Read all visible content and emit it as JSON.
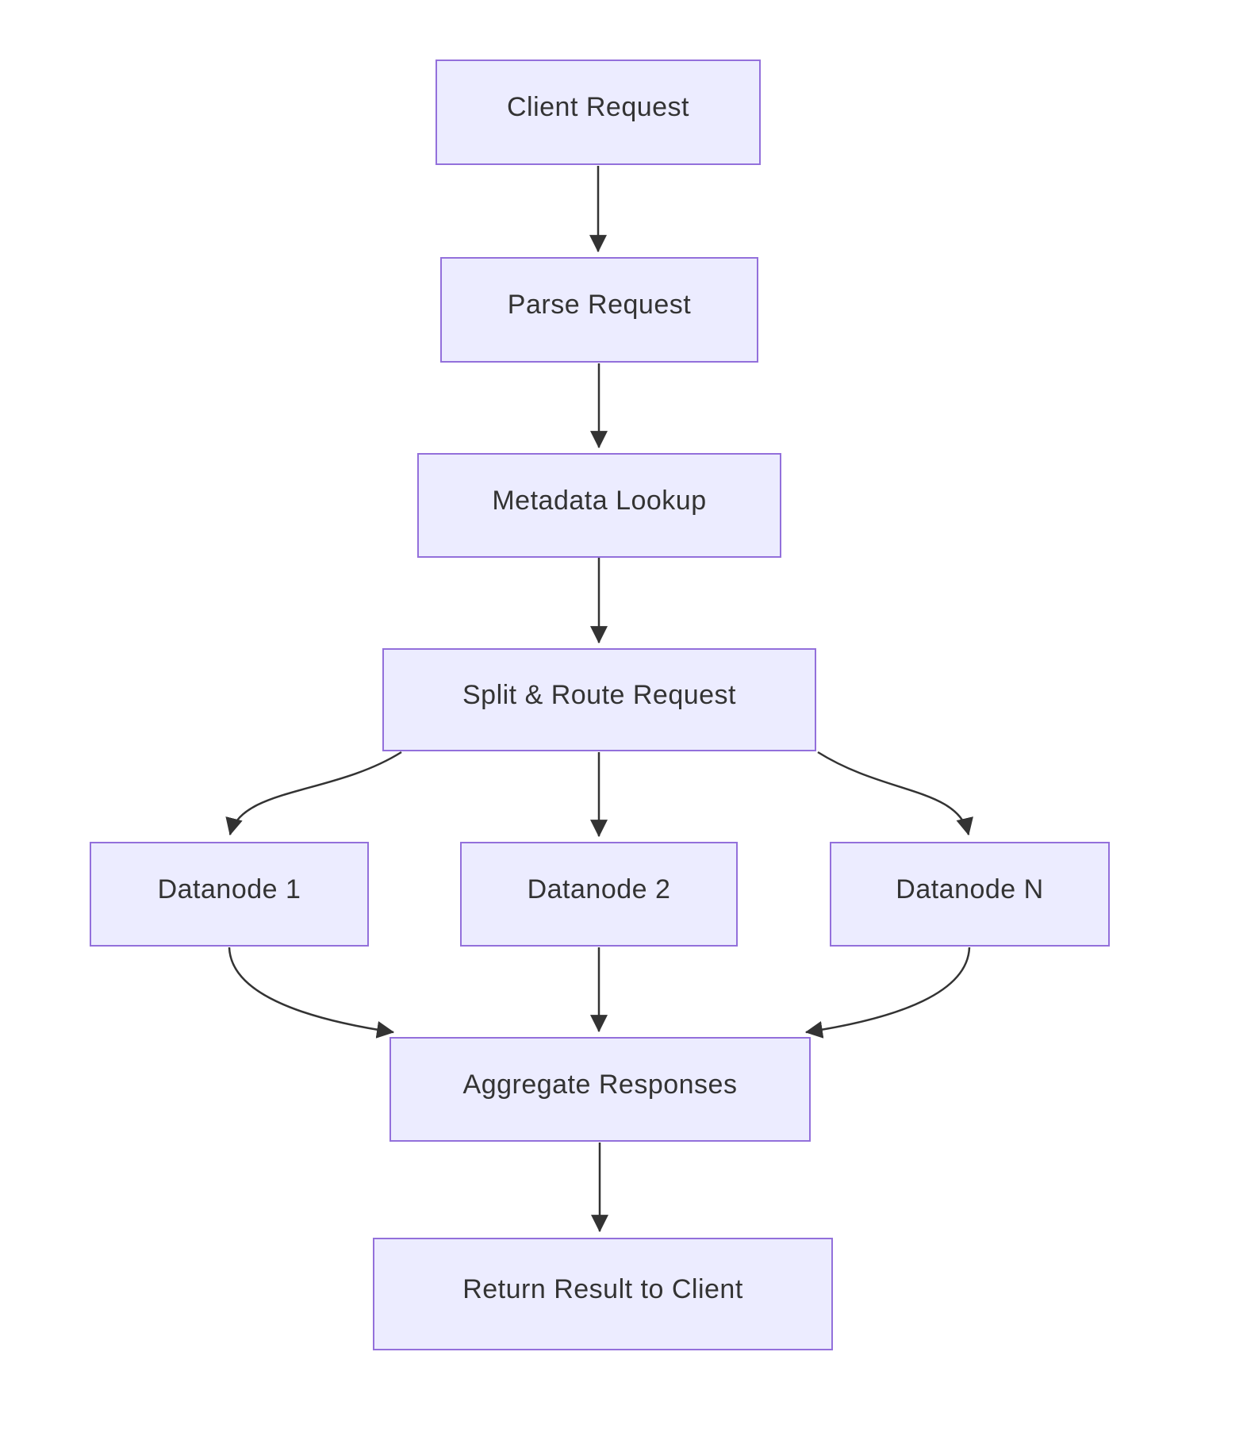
{
  "diagram": {
    "type": "flowchart-top-down",
    "nodes": [
      {
        "id": "client_request",
        "label": "Client Request"
      },
      {
        "id": "parse_request",
        "label": "Parse Request"
      },
      {
        "id": "metadata_lookup",
        "label": "Metadata Lookup"
      },
      {
        "id": "split_route_request",
        "label": "Split & Route Request"
      },
      {
        "id": "datanode_1",
        "label": "Datanode 1"
      },
      {
        "id": "datanode_2",
        "label": "Datanode 2"
      },
      {
        "id": "datanode_n",
        "label": "Datanode N"
      },
      {
        "id": "aggregate_responses",
        "label": "Aggregate Responses"
      },
      {
        "id": "return_result",
        "label": "Return Result to Client"
      }
    ],
    "edges": [
      {
        "from": "client_request",
        "to": "parse_request"
      },
      {
        "from": "parse_request",
        "to": "metadata_lookup"
      },
      {
        "from": "metadata_lookup",
        "to": "split_route_request"
      },
      {
        "from": "split_route_request",
        "to": "datanode_1"
      },
      {
        "from": "split_route_request",
        "to": "datanode_2"
      },
      {
        "from": "split_route_request",
        "to": "datanode_n"
      },
      {
        "from": "datanode_1",
        "to": "aggregate_responses"
      },
      {
        "from": "datanode_2",
        "to": "aggregate_responses"
      },
      {
        "from": "datanode_n",
        "to": "aggregate_responses"
      },
      {
        "from": "aggregate_responses",
        "to": "return_result"
      }
    ],
    "colors": {
      "node_fill": "#ECECFF",
      "node_border": "#9370DB",
      "edge_stroke": "#333333",
      "label_text": "#333333",
      "background": "#FFFFFF"
    }
  }
}
